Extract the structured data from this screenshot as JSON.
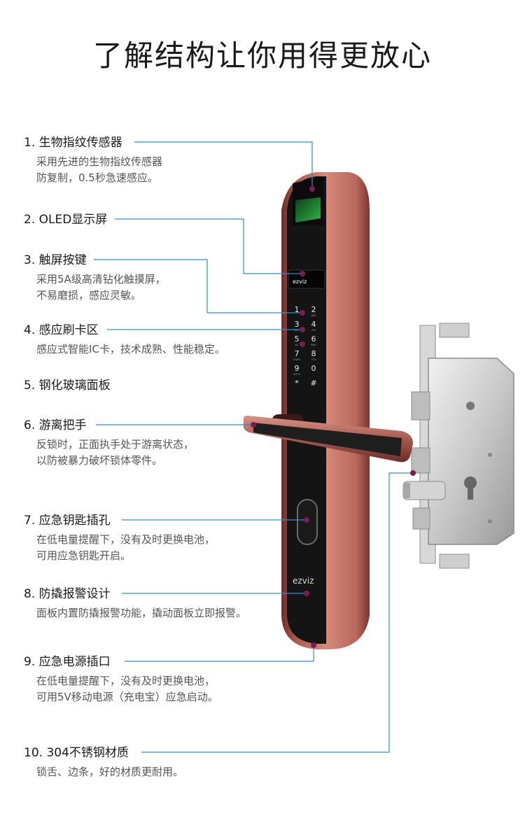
{
  "header": {
    "title": "了解结构让你用得更放心"
  },
  "brand": {
    "name": "ezviz"
  },
  "colors": {
    "accent": "#2f8fd5",
    "dot": "#7a1d55",
    "lock_body": "#c46f64"
  },
  "keypad": {
    "keys": [
      {
        "num": "1",
        "sub": ""
      },
      {
        "num": "2",
        "sub": "ABC"
      },
      {
        "num": "3",
        "sub": "DEF"
      },
      {
        "num": "4",
        "sub": "GHI"
      },
      {
        "num": "5",
        "sub": "JKL"
      },
      {
        "num": "6",
        "sub": "MNO"
      },
      {
        "num": "7",
        "sub": "PQRS"
      },
      {
        "num": "8",
        "sub": "TUV"
      },
      {
        "num": "9",
        "sub": "WXYZ"
      },
      {
        "num": "0",
        "sub": ""
      },
      {
        "num": "*",
        "sub": ""
      },
      {
        "num": "#",
        "sub": ""
      }
    ]
  },
  "features": [
    {
      "title": "1. 生物指纹传感器",
      "desc": [
        "采用先进的生物指纹传感器",
        "防复制，0.5秒急速感应。"
      ]
    },
    {
      "title": "2. OLED显示屏",
      "desc": []
    },
    {
      "title": "3. 触屏按键",
      "desc": [
        "采用5A级高清钻化触摸屏，",
        "不易磨损，感应灵敏。"
      ]
    },
    {
      "title": "4. 感应刷卡区",
      "desc": [
        "感应式智能IC卡，技术成熟、性能稳定。"
      ]
    },
    {
      "title": "5. 钢化玻璃面板",
      "desc": []
    },
    {
      "title": "6. 游离把手",
      "desc": [
        "反锁时，正面执手处于游离状态，",
        "以防被暴力破坏锁体零件。"
      ]
    },
    {
      "title": "7. 应急钥匙插孔",
      "desc": [
        "在低电量提醒下，没有及时更换电池，",
        "可用应急钥匙开启。"
      ]
    },
    {
      "title": "8. 防撬报警设计",
      "desc": [
        "面板内置防撬报警功能，撬动面板立即报警。"
      ]
    },
    {
      "title": "9. 应急电源插口",
      "desc": [
        "在低电量提醒下，没有及时更换电池，",
        "可用5V移动电源（充电宝）应急启动。"
      ]
    },
    {
      "title": "10. 304不锈钢材质",
      "desc": [
        "锁舌、边条，好的材质更耐用。"
      ]
    }
  ]
}
